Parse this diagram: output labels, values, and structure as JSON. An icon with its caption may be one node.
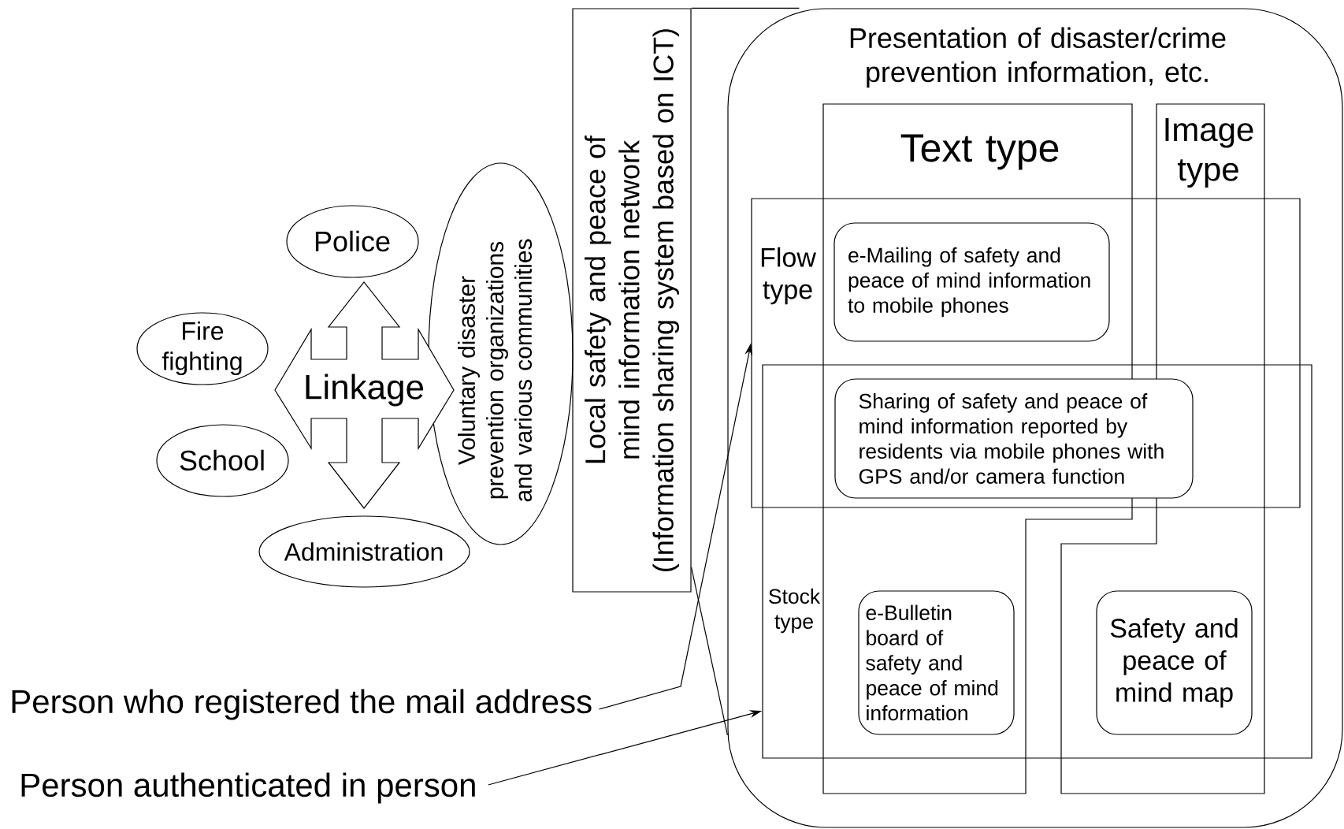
{
  "diagram": {
    "nodes": [
      {
        "text": [
          "Police"
        ]
      },
      {
        "text": [
          "Fire fighting"
        ]
      },
      {
        "text": [
          "Linkage"
        ]
      },
      {
        "text": [
          "School"
        ]
      },
      {
        "text": [
          "Administration"
        ]
      },
      {
        "text": [
          "Voluntary disaster prevention organizations and various communities"
        ]
      },
      {
        "text": [
          "Local safety and peace of mind information network",
          "(Information sharing system based on ICT)"
        ]
      },
      {
        "text": [
          "Presentation of disaster/crime prevention information, etc."
        ]
      },
      {
        "text": [
          "Text type"
        ],
        "in": 7
      },
      {
        "text": [
          "Image type"
        ],
        "in": 7
      },
      {
        "text": [
          "Flow type"
        ],
        "in": 7
      },
      {
        "text": [
          "e-Mailing of safety and peace of mind information to mobile phones"
        ]
      },
      {
        "text": [
          "Stock type"
        ],
        "in": 7
      },
      {
        "text": [
          "Sharing of safety and peace of mind information reported by residents via mobile phones with GPS and/or camera function"
        ]
      },
      {
        "text": [
          "e-Bulletin board of safety and peace of mind information"
        ]
      },
      {
        "text": [
          "Safety and peace of mind map"
        ]
      },
      {
        "text": [
          "Person who registered the mail address"
        ]
      },
      {
        "text": [
          "Person authenticated in person"
        ]
      }
    ],
    "edges": [
      {
        "from": 16,
        "to": 10,
        "arrow": "to"
      },
      {
        "from": 17,
        "to": 12,
        "arrow": "to"
      },
      {
        "from": 6,
        "to": 7,
        "arrow": "none"
      },
      {
        "from": 6,
        "to": 7,
        "arrow": "none"
      }
    ]
  }
}
